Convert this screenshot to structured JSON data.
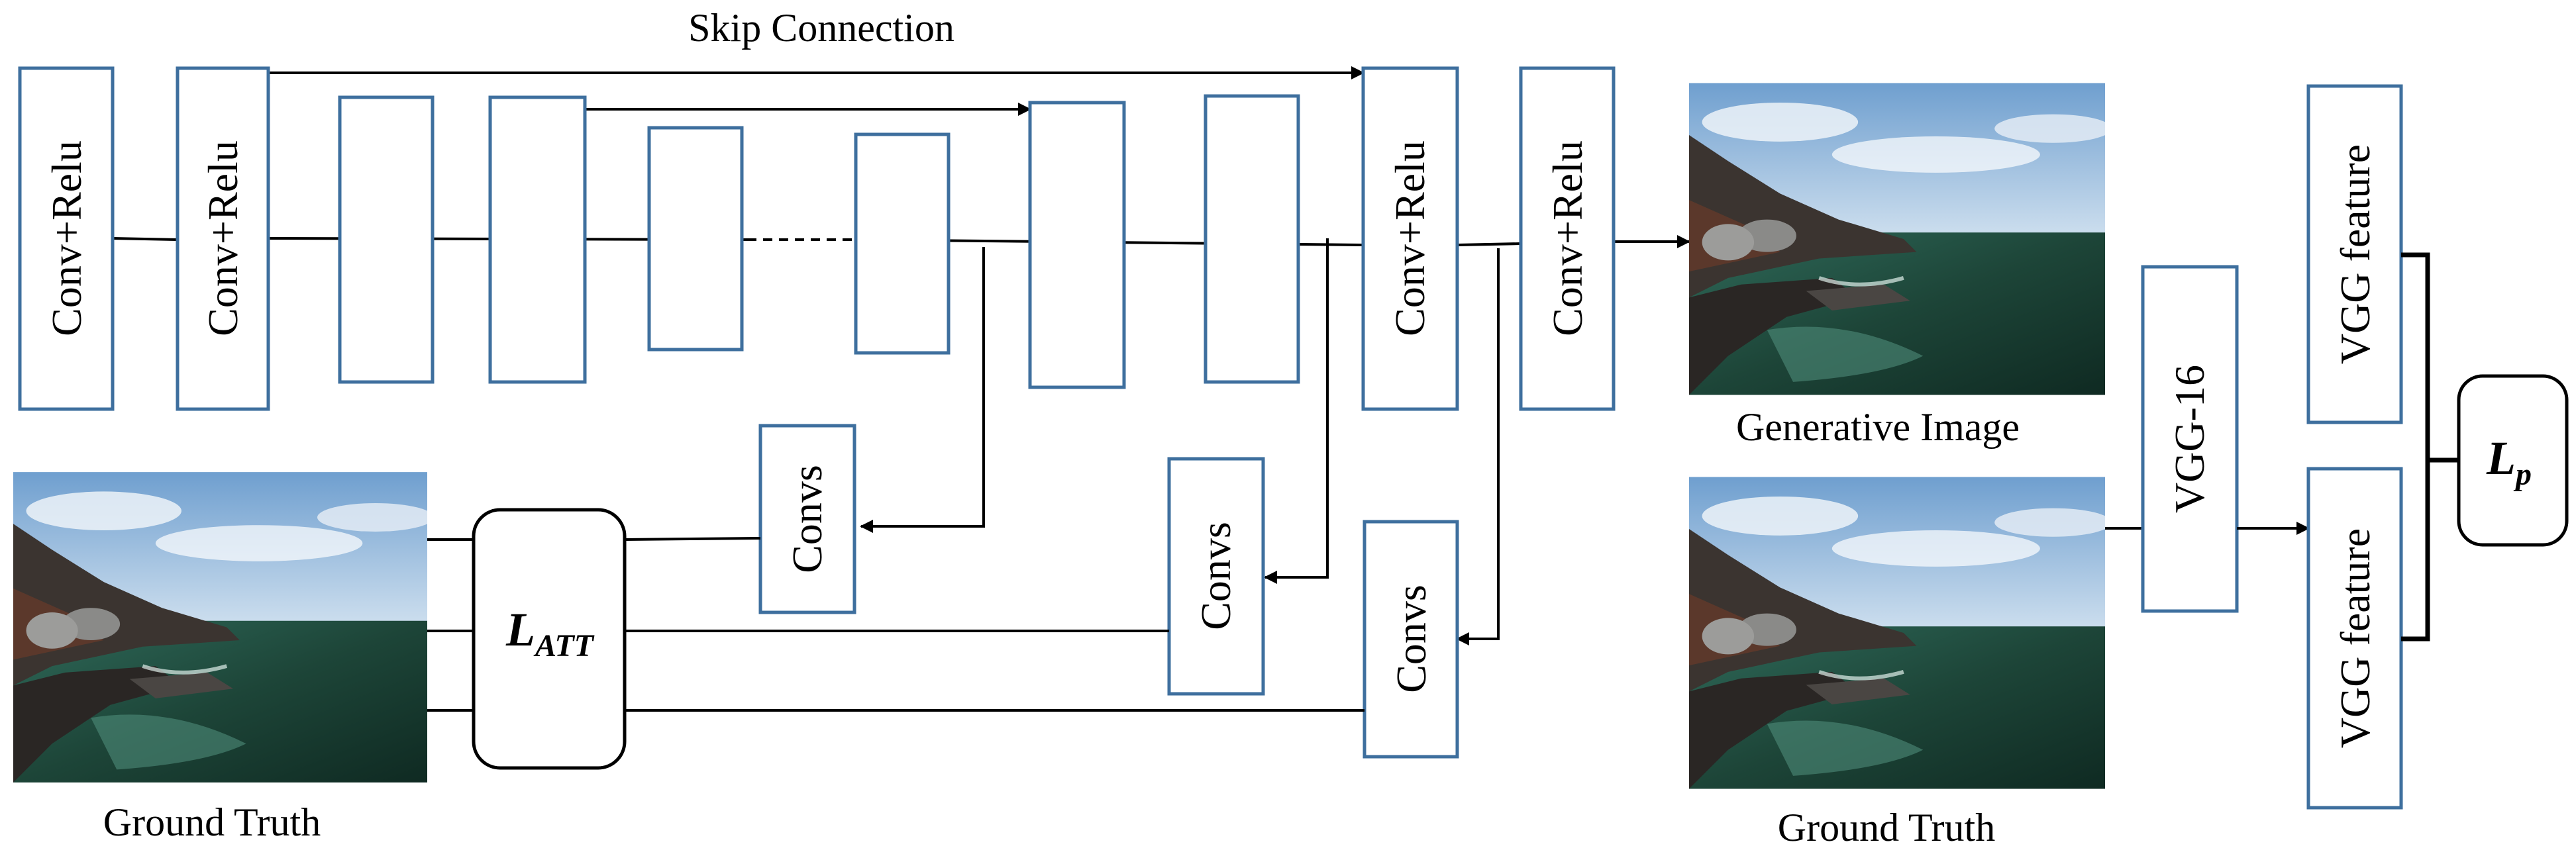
{
  "labels": {
    "skip_connection": "Skip Connection",
    "conv_relu": "Conv+Relu",
    "convs": "Convs",
    "vgg16": "VGG-16",
    "vgg_feature": "VGG feature",
    "generative_image": "Generative Image",
    "ground_truth": "Ground Truth"
  },
  "loss_att": {
    "base": "L",
    "sub": "ATT"
  },
  "loss_p": {
    "base": "L",
    "sub": "p"
  },
  "colors": {
    "box_stroke": "#3e6f9e",
    "line": "#000000",
    "sky": "#8fb6dc",
    "sea": "#1f4a3c",
    "rock": "#3b3430"
  }
}
